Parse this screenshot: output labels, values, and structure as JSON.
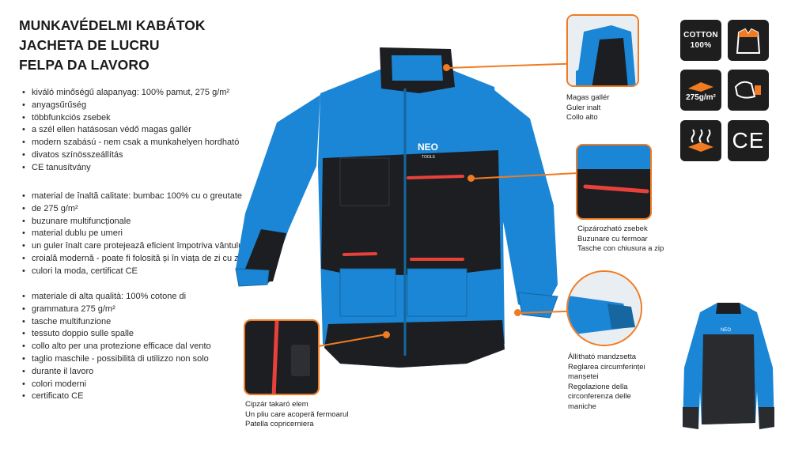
{
  "title": {
    "line1": "MUNKAVÉDELMI KABÁTOK",
    "line2": "JACHETA DE LUCRU",
    "line3": "FELPA DA LAVORO"
  },
  "features_hu": [
    "kiváló minőségű alapanyag: 100% pamut, 275 g/m²",
    "anyagsűrűség",
    "többfunkciós zsebek",
    "a szél ellen hatásosan védő magas gallér",
    "modern szabású - nem csak a munkahelyen hordható",
    "divatos színösszeállítás",
    "CE tanusítvány"
  ],
  "features_ro": [
    "material de înaltă calitate: bumbac 100% cu o greutate",
    "de 275 g/m²",
    "buzunare multifuncționale",
    "material dublu pe umeri",
    "un guler înalt care protejează eficient împotriva vântului",
    "croială modernă - poate fi folosită și în viața de zi cu zi",
    "culori la moda, certificat CE"
  ],
  "features_it": [
    "materiale di alta qualità: 100% cotone di",
    "grammatura 275 g/m²",
    "tasche multifunzione",
    "tessuto doppio sulle spalle",
    "collo alto per una protezione efficace dal vento",
    "taglio maschile - possibilità di utilizzo non solo",
    "durante il lavoro",
    "colori moderni",
    "certificato CE"
  ],
  "captions": {
    "collar": [
      "Magas gallér",
      "Guler inalt",
      "Collo alto"
    ],
    "pocket": [
      "Cipzározható zsebek",
      "Buzunare cu fermoar",
      "Tasche con chiusura a zip"
    ],
    "cuff": [
      "Állítható mandzsetta",
      "Reglarea circumferinței",
      "manșetei",
      "Regolazione della",
      "circonferenza delle",
      "maniche"
    ],
    "placket": [
      "Cipzár takaró elem",
      "Un pliu care acoperă fermoarul",
      "Patella copricerniera"
    ]
  },
  "badges": {
    "cotton_line1": "COTTON",
    "cotton_line2": "100%",
    "weight": "275g/m²",
    "ce": "CE"
  },
  "brand": {
    "logo": "NEO",
    "logo_sub": "TOOLS"
  },
  "colors": {
    "jacket_blue": "#1b86d6",
    "jacket_black": "#1c1e22",
    "zip_red": "#e8413a",
    "accent_orange": "#f07b22"
  }
}
